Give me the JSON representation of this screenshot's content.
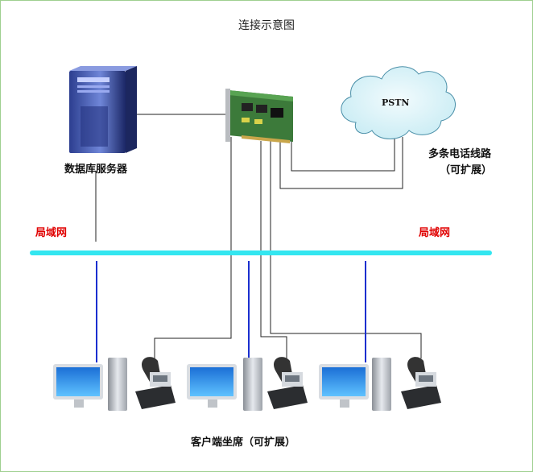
{
  "title": "连接示意图",
  "labels": {
    "server": "数据库服务器",
    "pstn": "PSTN",
    "lines": "多条电话线路",
    "lines_note": "（可扩展）",
    "lan_left": "局域网",
    "lan_right": "局域网",
    "clients": "客户端坐席（可扩展）"
  },
  "colors": {
    "lan_bus": "#33e6f0",
    "lan_drop": "#1a2fcf",
    "wire": "#222222",
    "label_red": "#e00000"
  },
  "icons": [
    "server-icon",
    "telephony-card-icon",
    "pstn-cloud-icon",
    "computer-icon",
    "desk-phone-icon"
  ]
}
